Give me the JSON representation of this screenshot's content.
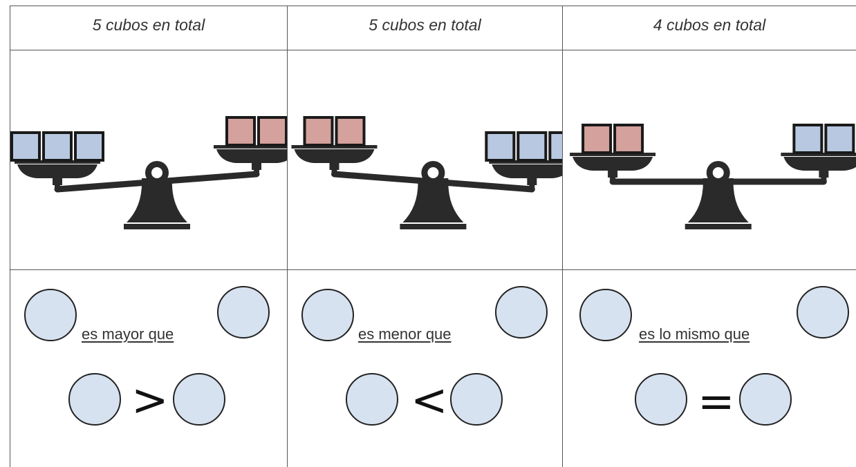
{
  "columns": [
    {
      "title": "5 cubos en total",
      "phrase": "es mayor que",
      "symbol": ">",
      "left_cubes": {
        "count": 3,
        "color": "#b8c8e0"
      },
      "right_cubes": {
        "count": 2,
        "color": "#d4a19c"
      },
      "heavier": "left"
    },
    {
      "title": "5 cubos en total",
      "phrase": "es menor que",
      "symbol": "<",
      "left_cubes": {
        "count": 2,
        "color": "#d4a19c"
      },
      "right_cubes": {
        "count": 3,
        "color": "#b8c8e0"
      },
      "heavier": "right"
    },
    {
      "title": "4 cubos en total",
      "phrase": "es lo mismo que",
      "symbol": "=",
      "left_cubes": {
        "count": 2,
        "color": "#d4a19c"
      },
      "right_cubes": {
        "count": 2,
        "color": "#b8c8e0"
      },
      "heavier": "none"
    }
  ],
  "colors": {
    "scale": "#2a2a2a",
    "bubble_fill": "#d7e2f0",
    "grid": "#555555"
  }
}
